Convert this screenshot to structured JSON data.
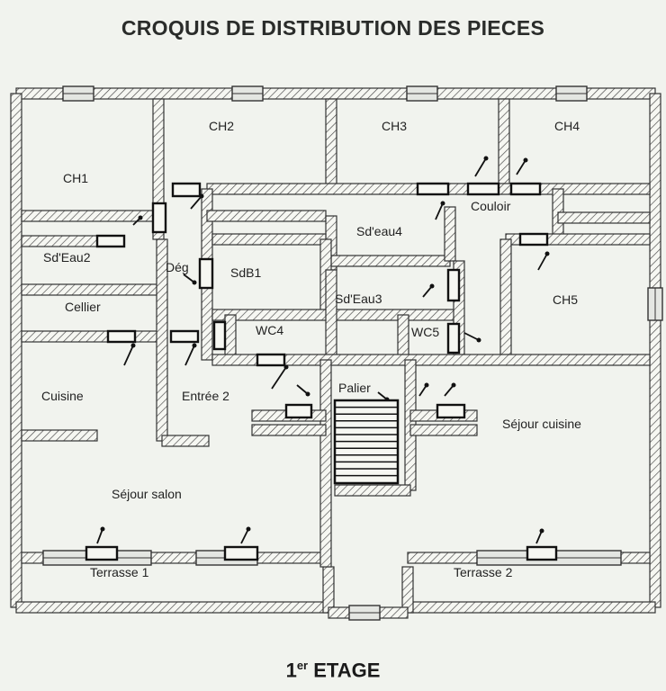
{
  "title": "CROQUIS DE DISTRIBUTION DES PIECES",
  "floor": {
    "prefix": "1",
    "suffix": "er",
    "name": "ETAGE"
  },
  "rooms": {
    "ch1": "CH1",
    "ch2": "CH2",
    "ch3": "CH3",
    "ch4": "CH4",
    "ch5": "CH5",
    "sdeau2": "Sd'Eau2",
    "cellier": "Cellier",
    "deg": "Dég",
    "sdb1": "SdB1",
    "sdeau4": "Sd'eau4",
    "couloir": "Couloir",
    "sdeau3": "Sd'Eau3",
    "wc4": "WC4",
    "wc5": "WC5",
    "palier": "Palier",
    "cuisine": "Cuisine",
    "entree2": "Entrée 2",
    "sejour_cuisine": "Séjour cuisine",
    "sejour_salon": "Séjour salon",
    "terrasse1": "Terrasse 1",
    "terrasse2": "Terrasse 2"
  }
}
